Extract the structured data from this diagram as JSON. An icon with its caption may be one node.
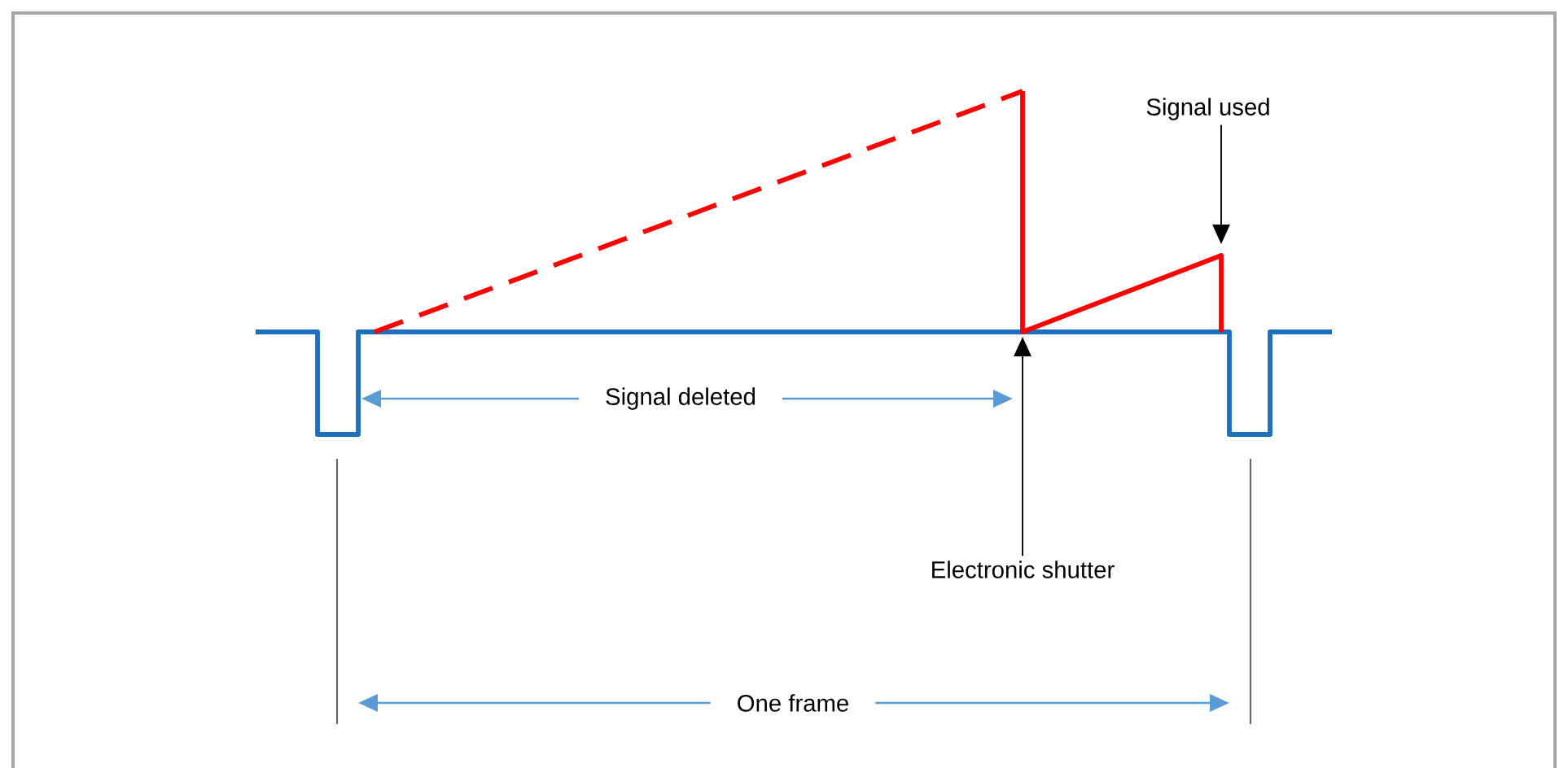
{
  "diagram": {
    "nodes": [
      {
        "text": [
          "Signal used"
        ]
      },
      {
        "text": [
          "Electronic shutter"
        ]
      }
    ],
    "edges": [
      {
        "from": 0,
        "to": null,
        "arrow": "to"
      },
      {
        "from": 1,
        "to": null,
        "arrow": "to"
      }
    ],
    "labels": [
      "Signal deleted",
      "One frame"
    ]
  }
}
